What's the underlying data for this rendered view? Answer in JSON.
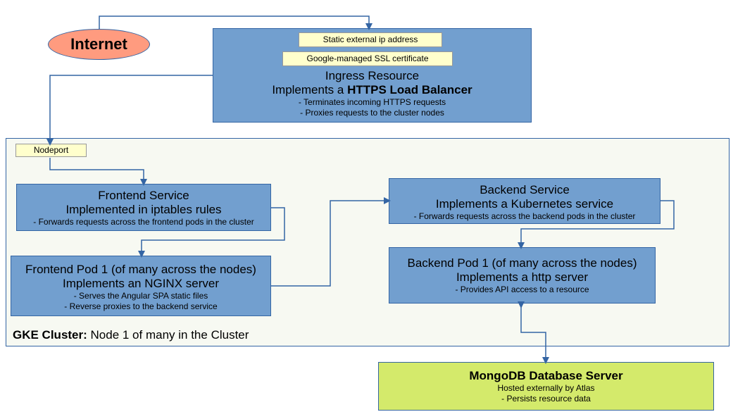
{
  "internet": {
    "label": "Internet"
  },
  "ingress": {
    "tag_ip": "Static external ip address",
    "tag_ssl": "Google-managed SSL certificate",
    "title": "Ingress Resource",
    "subtitle_prefix": "Implements a ",
    "subtitle_bold": "HTTPS Load Balancer",
    "notes": [
      "- Terminates incoming HTTPS requests",
      "- Proxies requests to the cluster nodes"
    ]
  },
  "cluster": {
    "nodeport": "Nodeport",
    "label_bold": "GKE Cluster:",
    "label_rest": " Node 1 of many in the Cluster"
  },
  "frontend_service": {
    "title": "Frontend Service",
    "subtitle": "Implemented in iptables rules",
    "notes": [
      "- Forwards requests across the frontend pods in the cluster"
    ]
  },
  "frontend_pod": {
    "title": "Frontend Pod 1 (of many across the nodes)",
    "subtitle": "Implements an NGINX server",
    "notes": [
      "- Serves the Angular SPA static files",
      "- Reverse proxies to the backend service"
    ]
  },
  "backend_service": {
    "title": "Backend Service",
    "subtitle": "Implements a Kubernetes service",
    "notes": [
      "- Forwards requests across the backend pods in the cluster"
    ]
  },
  "backend_pod": {
    "title": "Backend Pod 1 (of many across the nodes)",
    "subtitle": "Implements a http server",
    "notes": [
      "- Provides API access to a resource"
    ]
  },
  "mongodb": {
    "title": "MongoDB Database Server",
    "notes": [
      "Hosted externally by Atlas",
      "- Persists resource data"
    ]
  },
  "colors": {
    "box_fill": "#729fcf",
    "box_border": "#3465a4",
    "tag_fill": "#ffffcc",
    "internet_fill": "#ff9b7f",
    "db_fill": "#d4ea6b",
    "cluster_fill": "#f7f9f2",
    "wire": "#3465a4"
  }
}
